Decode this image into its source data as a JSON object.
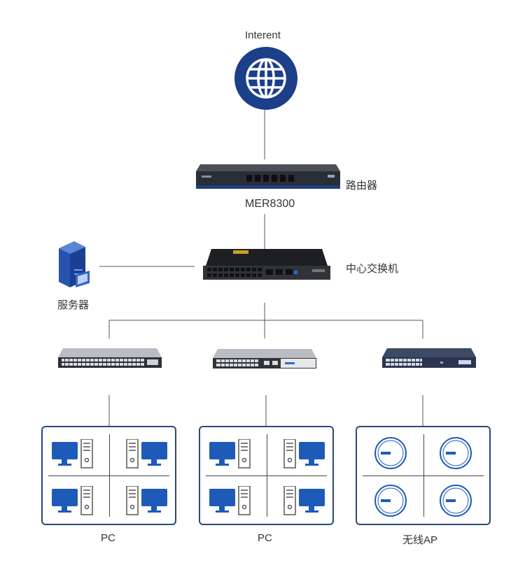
{
  "colors": {
    "globe": "#1c3f8a",
    "panel_border": "#2a4a78",
    "icon": "#1e5bb8",
    "line": "#555555"
  },
  "nodes": {
    "internet": {
      "label": "Interent",
      "icon": "globe-icon"
    },
    "router": {
      "label": "路由器",
      "model": "MER8300"
    },
    "core_switch": {
      "label": "中心交换机"
    },
    "server": {
      "label": "服务器",
      "icon": "server-icon"
    }
  },
  "groups": [
    {
      "label": "PC",
      "icon": "pc-icon"
    },
    {
      "label": "PC",
      "icon": "pc-icon"
    },
    {
      "label": "无线AP",
      "icon": "access-point-icon"
    }
  ]
}
